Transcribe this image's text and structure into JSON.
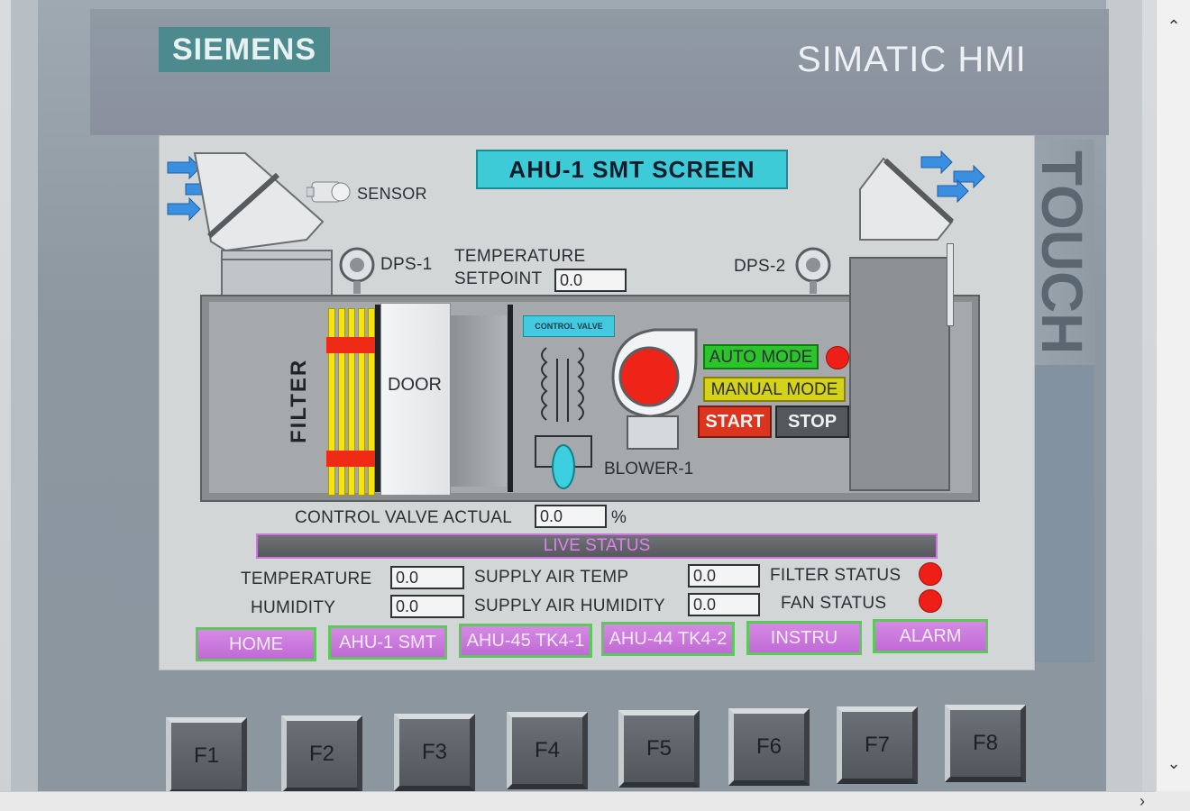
{
  "brand": {
    "logo": "SIEMENS",
    "model": "SIMATIC HMI",
    "touch": "TOUCH"
  },
  "screen": {
    "title": "AHU-1 SMT SCREEN",
    "sensor_label": "SENSOR",
    "dps1_label": "DPS-1",
    "dps2_label": "DPS-2",
    "temp_setpoint_label_1": "TEMPERATURE",
    "temp_setpoint_label_2": "SETPOINT",
    "temp_setpoint_value": "0.0",
    "filter_label": "FILTER",
    "door_label": "DOOR",
    "control_valve_tag": "CONTROL VALVE",
    "blower_label": "BLOWER-1",
    "auto_mode": "AUTO MODE",
    "manual_mode": "MANUAL MODE",
    "start": "START",
    "stop": "STOP",
    "cv_actual_label": "CONTROL VALVE ACTUAL",
    "cv_actual_value": "0.0",
    "cv_unit": "%",
    "live_status": "LIVE STATUS",
    "temperature_label": "TEMPERATURE",
    "temperature_value": "0.0",
    "humidity_label": "HUMIDITY",
    "humidity_value": "0.0",
    "supply_air_temp_label": "SUPPLY AIR TEMP",
    "supply_air_temp_value": "0.0",
    "supply_air_humidity_label": "SUPPLY AIR HUMIDITY",
    "supply_air_humidity_value": "0.0",
    "filter_status_label": "FILTER STATUS",
    "fan_status_label": "FAN STATUS"
  },
  "nav": [
    "HOME",
    "AHU-1 SMT",
    "AHU-45 TK4-1",
    "AHU-44 TK4-2",
    "INSTRU",
    "ALARM"
  ],
  "function_keys": [
    "F1",
    "F2",
    "F3",
    "F4",
    "F5",
    "F6",
    "F7",
    "F8"
  ],
  "colors": {
    "title_bg": "#3ecbd8",
    "auto": "#2bc42a",
    "manual": "#d4d219",
    "start": "#db3520",
    "status_red": "#ef1f18",
    "nav": "#c06ad6"
  },
  "scroll": {
    "up": "⌃",
    "down": "⌄",
    "right": "›"
  }
}
